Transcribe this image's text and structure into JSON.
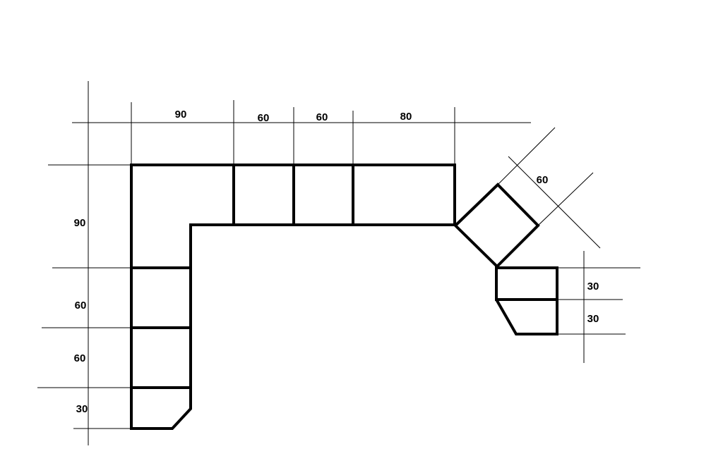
{
  "colors": {
    "line": "#000000",
    "background": "#ffffff"
  },
  "dimensions": {
    "top": [
      "90",
      "60",
      "60",
      "80"
    ],
    "left": [
      "90",
      "60",
      "60",
      "30"
    ],
    "diagonal": "60",
    "right": [
      "30",
      "30"
    ]
  }
}
